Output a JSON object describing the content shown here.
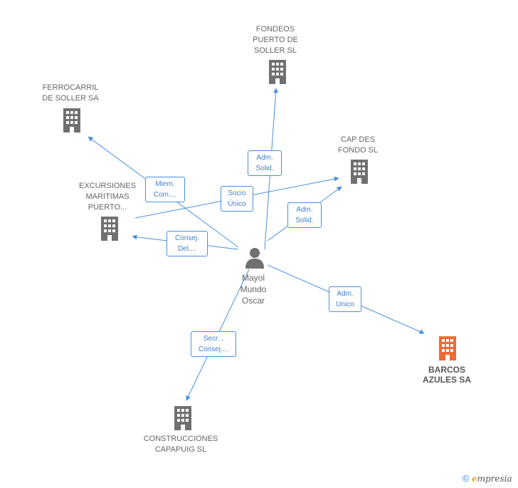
{
  "nodes": {
    "fondeos": {
      "label": "FONDEOS\nPUERTO DE\nSOLLER  SL",
      "icon": "building-icon"
    },
    "ferrocarril": {
      "label": "FERROCARRIL\nDE SOLLER SA",
      "icon": "building-icon"
    },
    "capdes": {
      "label": "CAP DES\nFONDO SL",
      "icon": "building-icon"
    },
    "excursiones": {
      "label": "EXCURSIONES\nMARITIMAS\nPUERTO...",
      "icon": "building-icon"
    },
    "person": {
      "label": "Mayol\nMundo\nOscar",
      "icon": "person-icon"
    },
    "barcos": {
      "label": "BARCOS\nAZULES SA",
      "icon": "building-icon"
    },
    "construcciones": {
      "label": "CONSTRUCCIONES\nCAPAPUIG SL",
      "icon": "building-icon"
    }
  },
  "edges": {
    "to_fondeos": "Adm.\nSolid.",
    "to_ferrocarril": "Miem.\nCom....",
    "to_capdes_socio": "Socio\nÚnico",
    "to_capdes_adm": "Adm.\nSolid.",
    "to_excursiones": "Consej.\nDel....",
    "to_barcos": "Adm.\nUnico",
    "to_construcciones": "Secr. ,\nConsej...."
  },
  "footer": {
    "copyright": "©",
    "brand_e": "e",
    "brand_rest": "mpresia"
  },
  "colors": {
    "edge": "#4a8fdc",
    "node": "#707070",
    "focus": "#f06a35"
  }
}
